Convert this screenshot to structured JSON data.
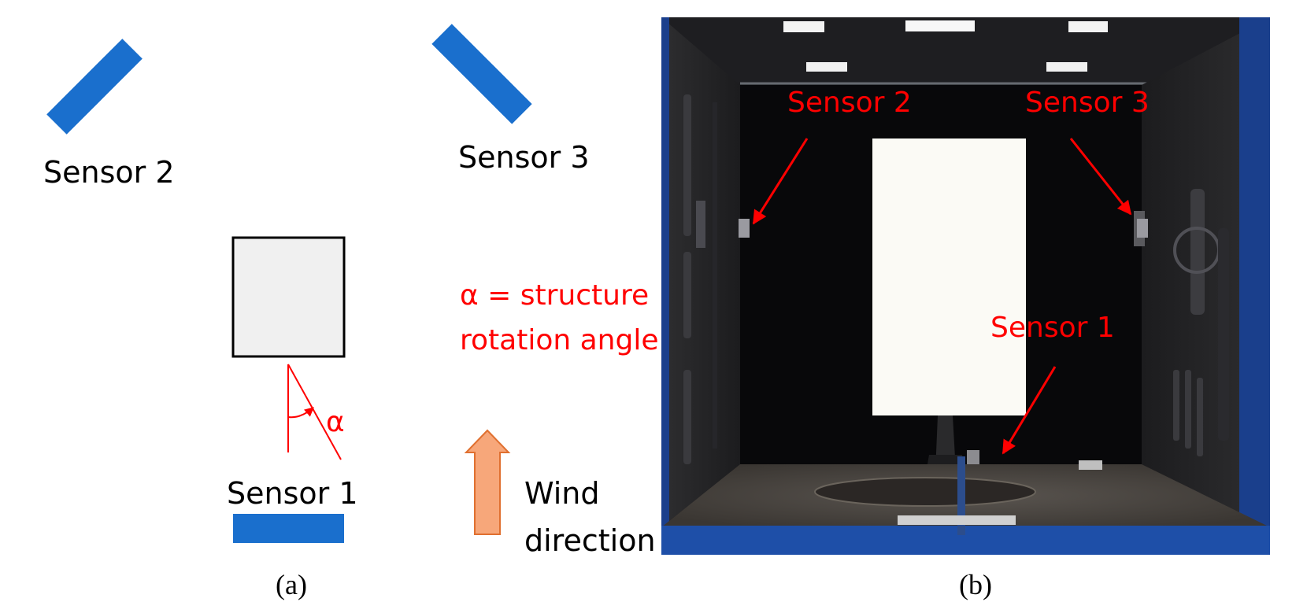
{
  "diagram": {
    "sensor_labels": {
      "sensor1": "Sensor 1",
      "sensor2": "Sensor 2",
      "sensor3": "Sensor 3"
    },
    "alpha_symbol": "α",
    "alpha_definition_line1": "α = structure",
    "alpha_definition_line2": "rotation angle",
    "wind_label_line1": "Wind",
    "wind_label_line2": "direction",
    "caption": "(a)"
  },
  "photo": {
    "sensor_labels": {
      "sensor1": "Sensor 1",
      "sensor2": "Sensor 2",
      "sensor3": "Sensor 3"
    },
    "caption": "(b)"
  },
  "colors": {
    "sensor_blue": "#1a6fcd",
    "annotation_red": "#ff0000",
    "wind_arrow_fill": "#f7a77a",
    "wind_arrow_stroke": "#e07030",
    "structure_fill": "#f0f0f0"
  }
}
